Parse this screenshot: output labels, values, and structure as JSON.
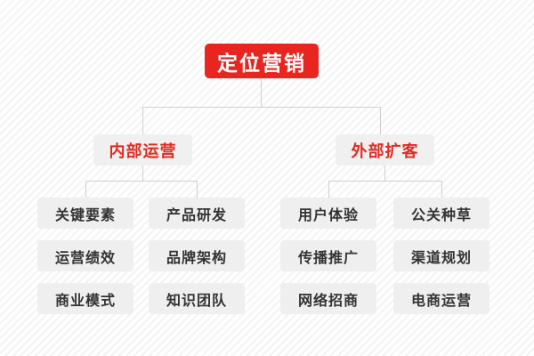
{
  "diagram": {
    "type": "organizational-tree",
    "title": "定位营销",
    "colors": {
      "root_fill": "#e8251f",
      "root_text": "#ffffff",
      "branch_fill": "#f0f0f0",
      "branch_text": "#e02a22",
      "leaf_fill": "#efefef",
      "leaf_text": "#333333",
      "connector": "#cfcfcf",
      "background": "#ffffff",
      "background_stripe": "#f2f3f5"
    },
    "root": {
      "label": "定位营销"
    },
    "branches": [
      {
        "label": "内部运营",
        "children": [
          {
            "label": "关键要素"
          },
          {
            "label": "产品研发"
          },
          {
            "label": "运营绩效"
          },
          {
            "label": "品牌架构"
          },
          {
            "label": "商业模式"
          },
          {
            "label": "知识团队"
          }
        ]
      },
      {
        "label": "外部扩客",
        "children": [
          {
            "label": "用户体验"
          },
          {
            "label": "公关种草"
          },
          {
            "label": "传播推广"
          },
          {
            "label": "渠道规划"
          },
          {
            "label": "网络招商"
          },
          {
            "label": "电商运营"
          }
        ]
      }
    ]
  }
}
